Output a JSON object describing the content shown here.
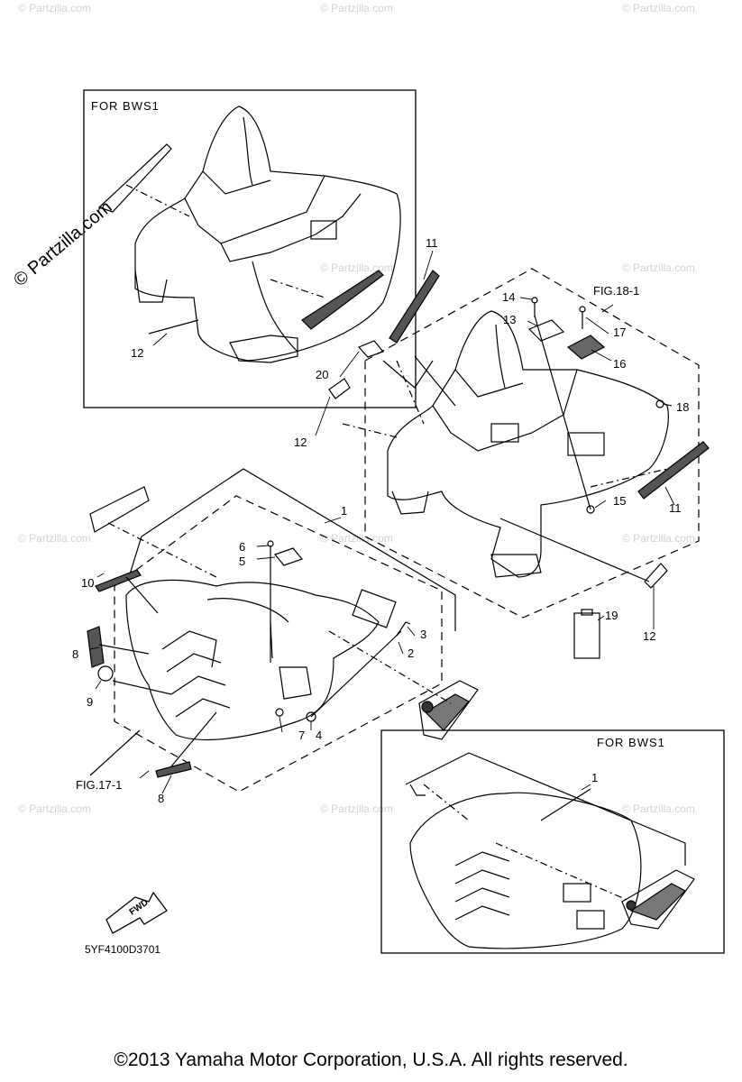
{
  "watermark": {
    "main": "© Partzilla.com",
    "tile": "© Partzilla.com"
  },
  "boxes": {
    "rear_inset_title": "FOR BWS1",
    "front_inset_title": "FOR BWS1"
  },
  "refs": {
    "fig_18": "FIG.18-1",
    "fig_17": "FIG.17-1"
  },
  "callouts": {
    "c1a": "1",
    "c1b": "1",
    "c2": "2",
    "c3": "3",
    "c4": "4",
    "c5": "5",
    "c6": "6",
    "c7": "7",
    "c8a": "8",
    "c8b": "8",
    "c9": "9",
    "c10": "10",
    "c11a": "11",
    "c11b": "11",
    "c12a": "12",
    "c12b": "12",
    "c12c": "12",
    "c13": "13",
    "c14": "14",
    "c15": "15",
    "c16": "16",
    "c17": "17",
    "c18": "18",
    "c19": "19",
    "c20": "20"
  },
  "fwd_label": "FWD",
  "part_code": "5YF4100D3701",
  "copyright": "©2013  Yamaha Motor Corporation, U.S.A. All rights reserved."
}
